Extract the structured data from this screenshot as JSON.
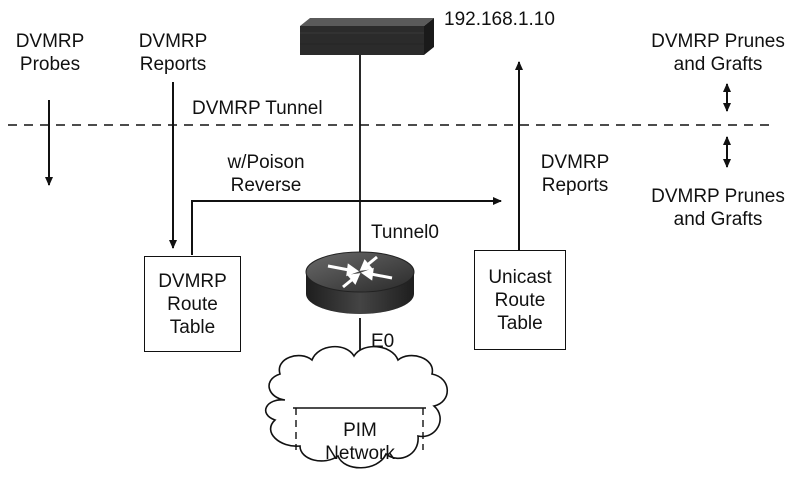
{
  "host": {
    "address": "192.168.1.10"
  },
  "tunnel": {
    "label": "DVMRP Tunnel"
  },
  "left_flows": {
    "probes": [
      "DVMRP",
      "Probes"
    ],
    "reports": [
      "DVMRP",
      "Reports"
    ]
  },
  "poison_reverse": [
    "w/Poison",
    "Reverse"
  ],
  "right_reports": [
    "DVMRP",
    "Reports"
  ],
  "prunes_top": [
    "DVMRP Prunes",
    "and Grafts"
  ],
  "prunes_bottom": [
    "DVMRP Prunes",
    "and Grafts"
  ],
  "router": {
    "tunnel_if": "Tunnel0",
    "ethernet_if": "E0"
  },
  "dvmrp_table": [
    "DVMRP",
    "Route",
    "Table"
  ],
  "unicast_table": [
    "Unicast",
    "Route",
    "Table"
  ],
  "pim_cloud": [
    "PIM",
    "Network"
  ],
  "colors": {
    "line": "#111111",
    "server": "#2b2b2b",
    "router": "#3a3a3a",
    "background": "#ffffff"
  },
  "icons": {
    "server": "server-icon",
    "router": "router-icon",
    "cloud": "cloud-icon"
  }
}
